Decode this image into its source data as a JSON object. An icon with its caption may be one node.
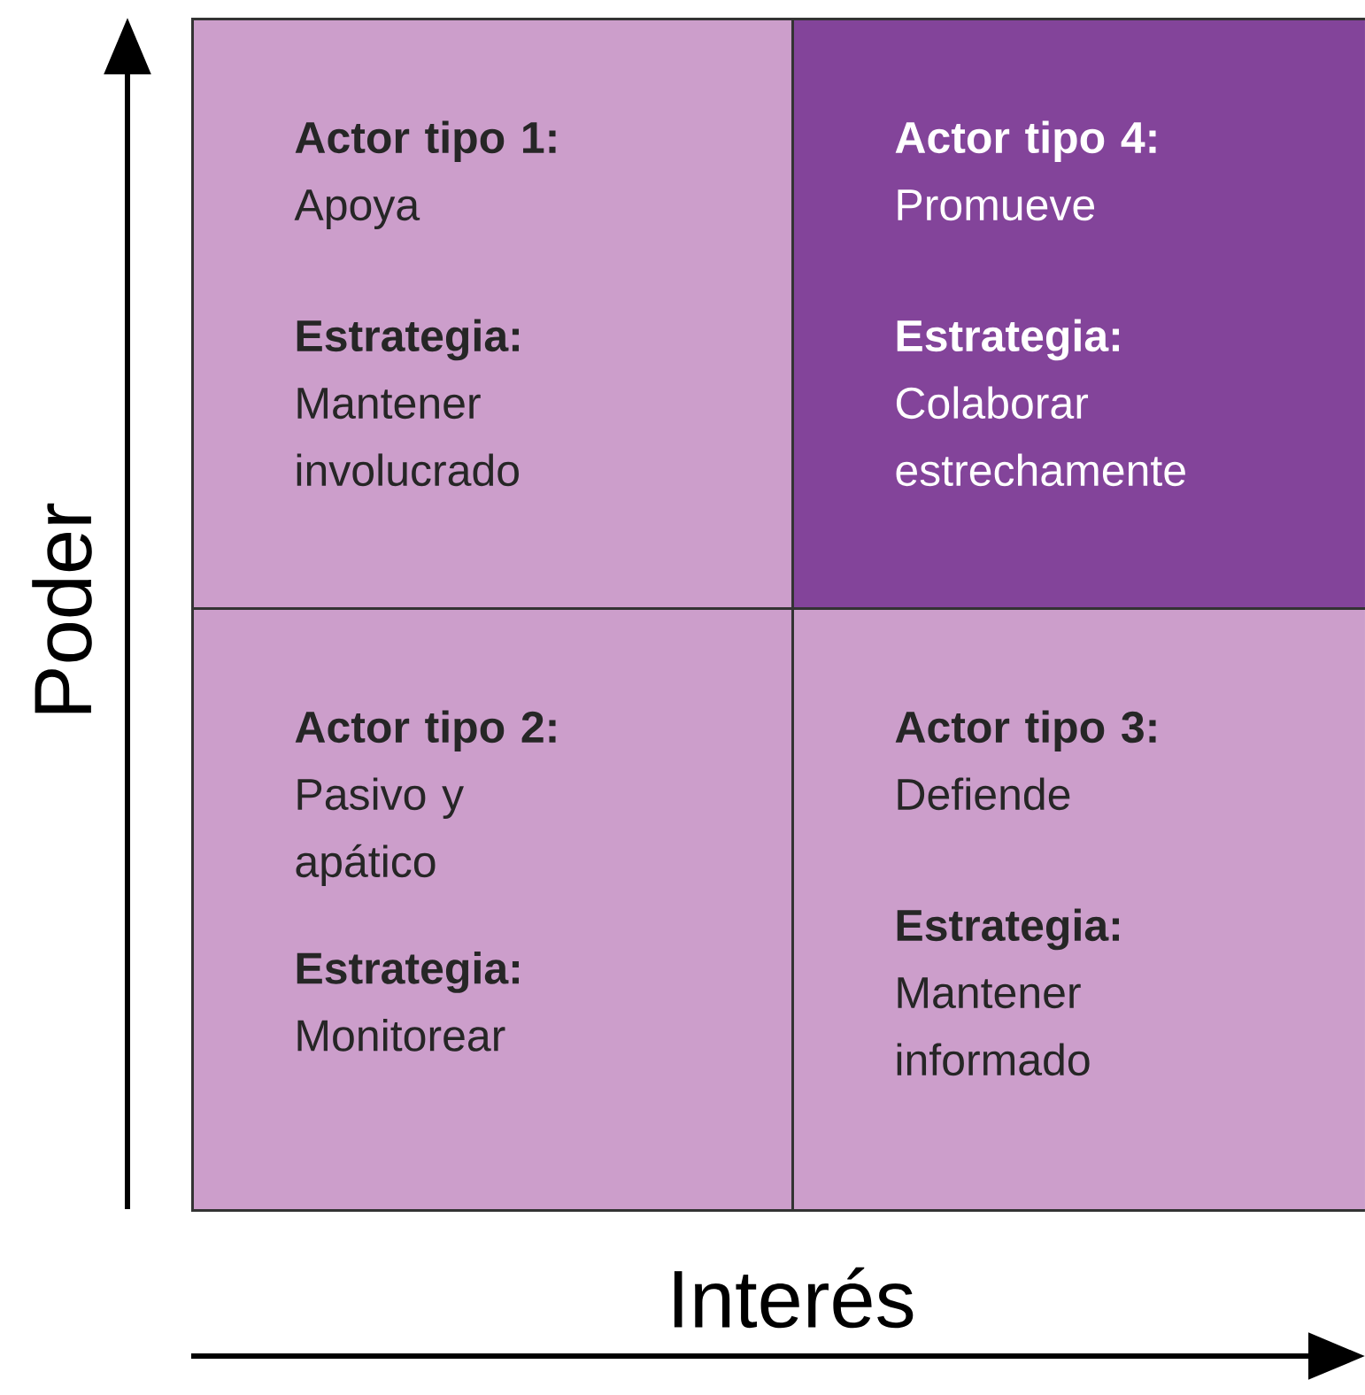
{
  "diagram": {
    "nodes": [
      {
        "text": [
          "Actor tipo 1:",
          "Apoya",
          "Estrategia:",
          "Mantener involucrado"
        ]
      },
      {
        "text": [
          "Actor tipo 4:",
          "Promueve",
          "Estrategia:",
          "Colaborar estrechamente"
        ]
      },
      {
        "text": [
          "Actor tipo 2:",
          "Pasivo y apático",
          "Estrategia:",
          "Monitorear"
        ]
      },
      {
        "text": [
          "Actor tipo 3:",
          "Defiende",
          "Estrategia:",
          "Mantener informado"
        ]
      }
    ],
    "edges": [],
    "labels": [
      "Poder",
      "Interés"
    ]
  }
}
